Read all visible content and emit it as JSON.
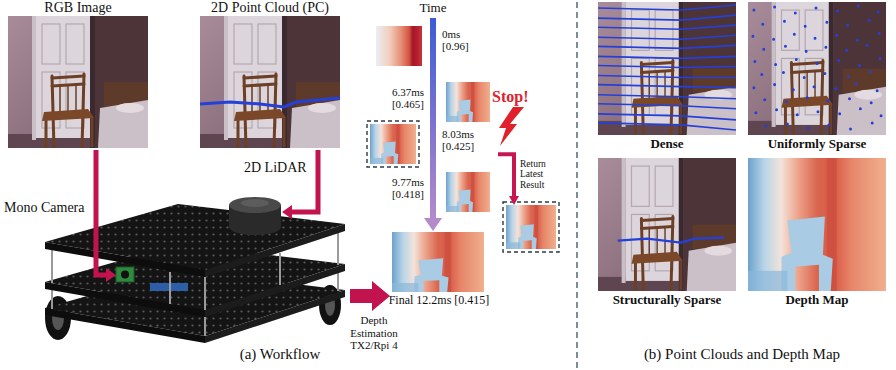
{
  "diagram": {
    "nodes": [
      {
        "text": [
          "RGB Image"
        ]
      },
      {
        "text": [
          "2D Point Cloud (PC)"
        ]
      },
      {
        "text": [
          "0ms [0.96]"
        ]
      },
      {
        "text": [
          "6.37ms [0.465]"
        ]
      },
      {
        "text": [
          "8.03ms [0.425]"
        ]
      },
      {
        "text": [
          "9.77ms [0.418]"
        ]
      },
      {
        "text": [
          "Final 12.2ms [0.415]"
        ]
      },
      {
        "text": [
          "Return Latest Result"
        ]
      },
      {
        "text": [
          "Dense"
        ]
      },
      {
        "text": [
          "Uniformly Sparse"
        ]
      },
      {
        "text": [
          "Structurally Sparse"
        ]
      },
      {
        "text": [
          "Depth Map"
        ]
      }
    ],
    "edges": [
      {
        "from": 4,
        "to": 7,
        "arrow": "to"
      }
    ],
    "labels": [
      "Time",
      "Stop!",
      "Mono Camera",
      "2D LiDAR",
      "Depth Estimation TX2/Rpi 4",
      "(a) Workflow",
      "(b) Point Clouds and Depth Map"
    ]
  }
}
